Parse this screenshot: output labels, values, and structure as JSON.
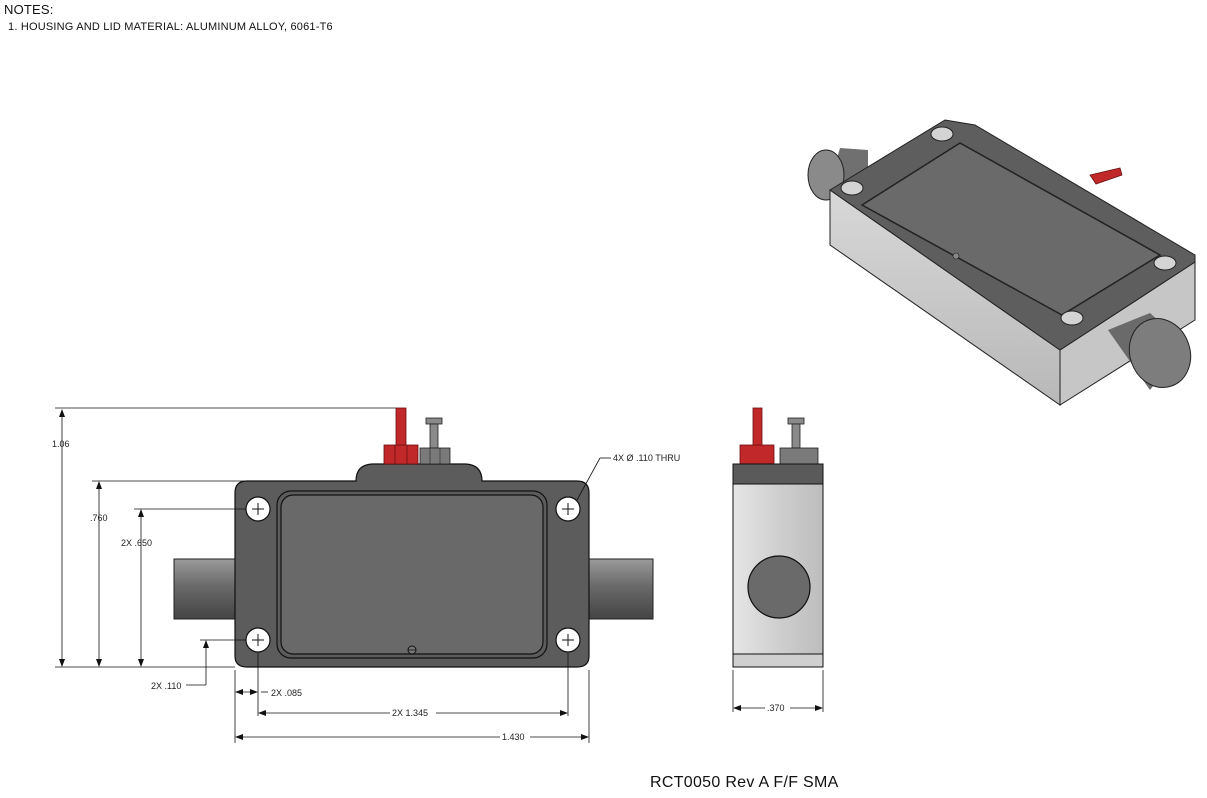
{
  "notes": {
    "title": "NOTES:",
    "items": [
      "1.   HOUSING AND LID MATERIAL: ALUMINUM ALLOY, 6061-T6"
    ]
  },
  "dimensions": {
    "overall_height": "1.06",
    "body_height": ".760",
    "hole_spacing_v": "2X .650",
    "hole_offset_v": "2X .110",
    "hole_offset_h": "2X .085",
    "hole_spacing_h": "2X 1.345",
    "overall_width": "1.430",
    "side_width": ".370",
    "hole_callout": "4X  Ø .110 THRU"
  },
  "footer": {
    "part": "RCT0050 Rev A F/F SMA"
  },
  "colors": {
    "housing": "#5f5f5f",
    "lid": "#666666",
    "connector": "#6a6a6a",
    "side_body": "#d4d4d4",
    "red_pin": "#c0282a",
    "line": "#111111"
  }
}
